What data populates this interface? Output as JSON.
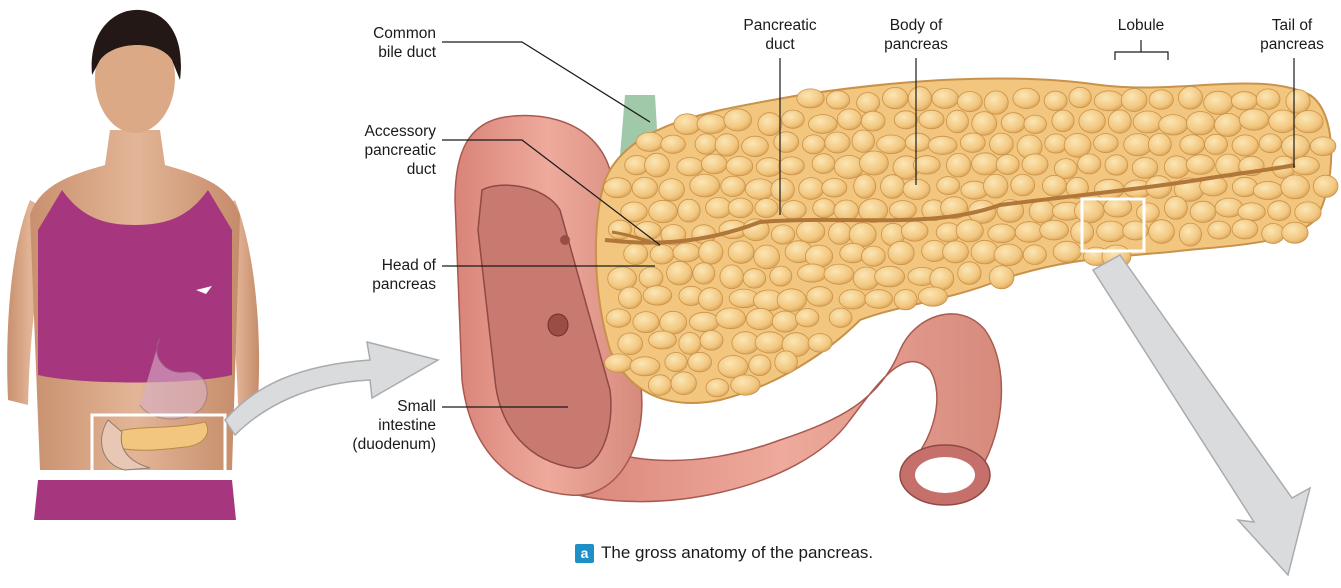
{
  "labels": {
    "common_bile_duct": [
      "Common",
      "bile duct"
    ],
    "accessory_pancreatic_duct": [
      "Accessory",
      "pancreatic",
      "duct"
    ],
    "head_of_pancreas": [
      "Head of",
      "pancreas"
    ],
    "small_intestine": [
      "Small",
      "intestine",
      "(duodenum)"
    ],
    "pancreatic_duct": [
      "Pancreatic",
      "duct"
    ],
    "body_of_pancreas": [
      "Body of",
      "pancreas"
    ],
    "lobule": [
      "Lobule"
    ],
    "tail_of_pancreas": [
      "Tail of",
      "pancreas"
    ]
  },
  "caption": {
    "letter": "a",
    "text": "The gross anatomy of the pancreas."
  },
  "colors": {
    "pancreas": "#f2c67e",
    "pancreas_outline": "#c9924a",
    "duodenum": "#e5998d",
    "duodenum_inner": "#c97a70",
    "bile_duct": "#8fbf9a",
    "top": "#a6377f",
    "skin": "#d9a98a",
    "arrow": "#d9dbdd",
    "caption_badge": "#1e8fc7"
  }
}
